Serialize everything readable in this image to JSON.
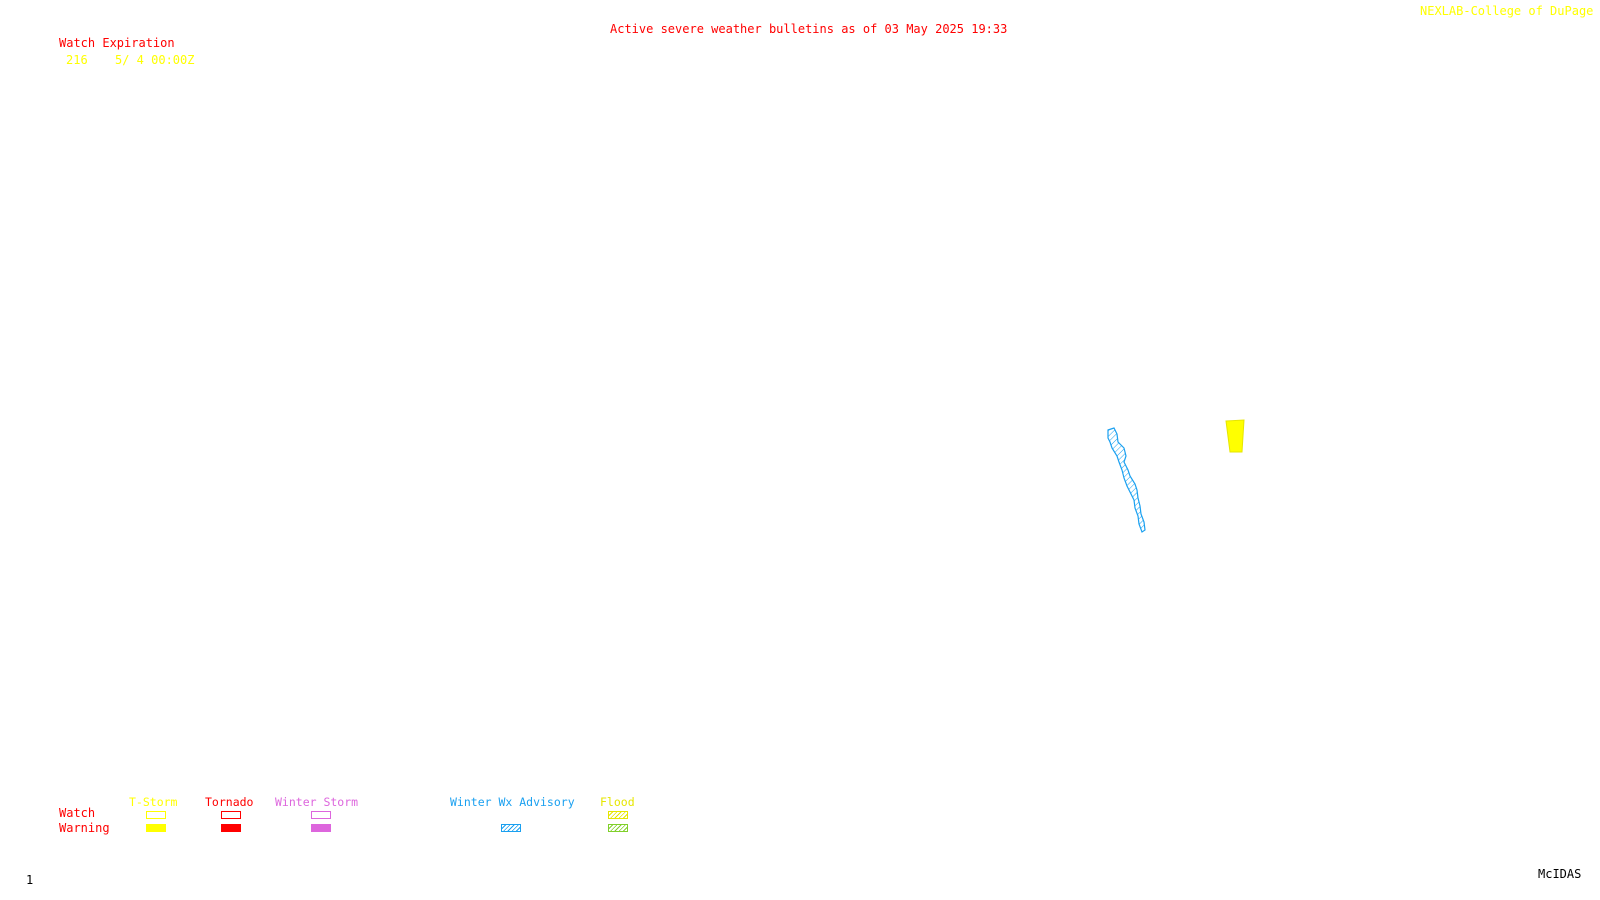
{
  "header": {
    "title": "Active severe weather bulletins as of 03 May 2025 19:33",
    "credit": "NEXLAB-College of DuPage R"
  },
  "watch_expiration": {
    "heading": "Watch Expiration",
    "entries": [
      {
        "number": "216",
        "expires": "5/ 4 00:00Z"
      }
    ]
  },
  "legend": {
    "row_labels": {
      "watch": "Watch",
      "warning": "Warning"
    },
    "categories": [
      {
        "label": "T-Storm",
        "color": "#ffff00"
      },
      {
        "label": "Tornado",
        "color": "#ff0000"
      },
      {
        "label": "Winter Storm",
        "color": "#dd66dd"
      },
      {
        "label": "Winter Wx Advisory",
        "color": "#1aa0f0"
      },
      {
        "label": "Flood",
        "color": "#e6e600",
        "warning_color": "#80d02a"
      }
    ]
  },
  "footer": {
    "frame_number": "1",
    "software": "McIDAS"
  },
  "colors": {
    "title_red": "#ff0000",
    "credit_yellow": "#ffff00",
    "advisory_blue": "#1aa0f0",
    "tstorm_warning_yellow": "#ffff00"
  }
}
